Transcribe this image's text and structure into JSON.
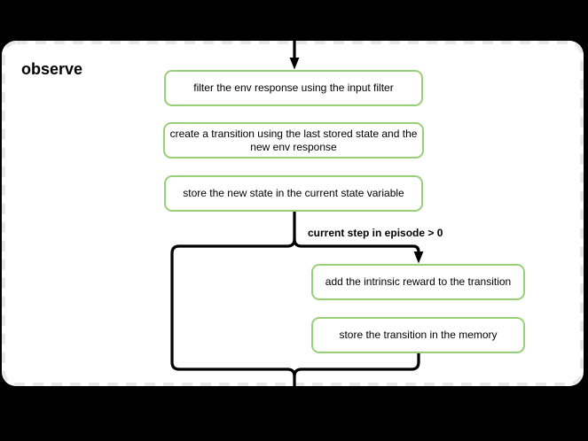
{
  "diagram": {
    "title": "observe",
    "nodes": [
      {
        "id": "filter-env-response",
        "label": "filter the env response using the input filter"
      },
      {
        "id": "create-transition",
        "label": "create a transition using the last stored state and the new env response"
      },
      {
        "id": "store-new-state",
        "label": "store the new state in the current state variable"
      },
      {
        "id": "add-intrinsic-reward",
        "label": "add the intrinsic reward to the transition"
      },
      {
        "id": "store-transition",
        "label": "store the transition in the memory"
      }
    ],
    "branch_label": "current step in episode > 0",
    "colors": {
      "background": "#000000",
      "panel_fill": "#ffffff",
      "panel_border": "#e8e8e8",
      "node_border": "#97d077",
      "node_fill": "#ffffff",
      "connector": "#000000",
      "text": "#000000"
    }
  }
}
